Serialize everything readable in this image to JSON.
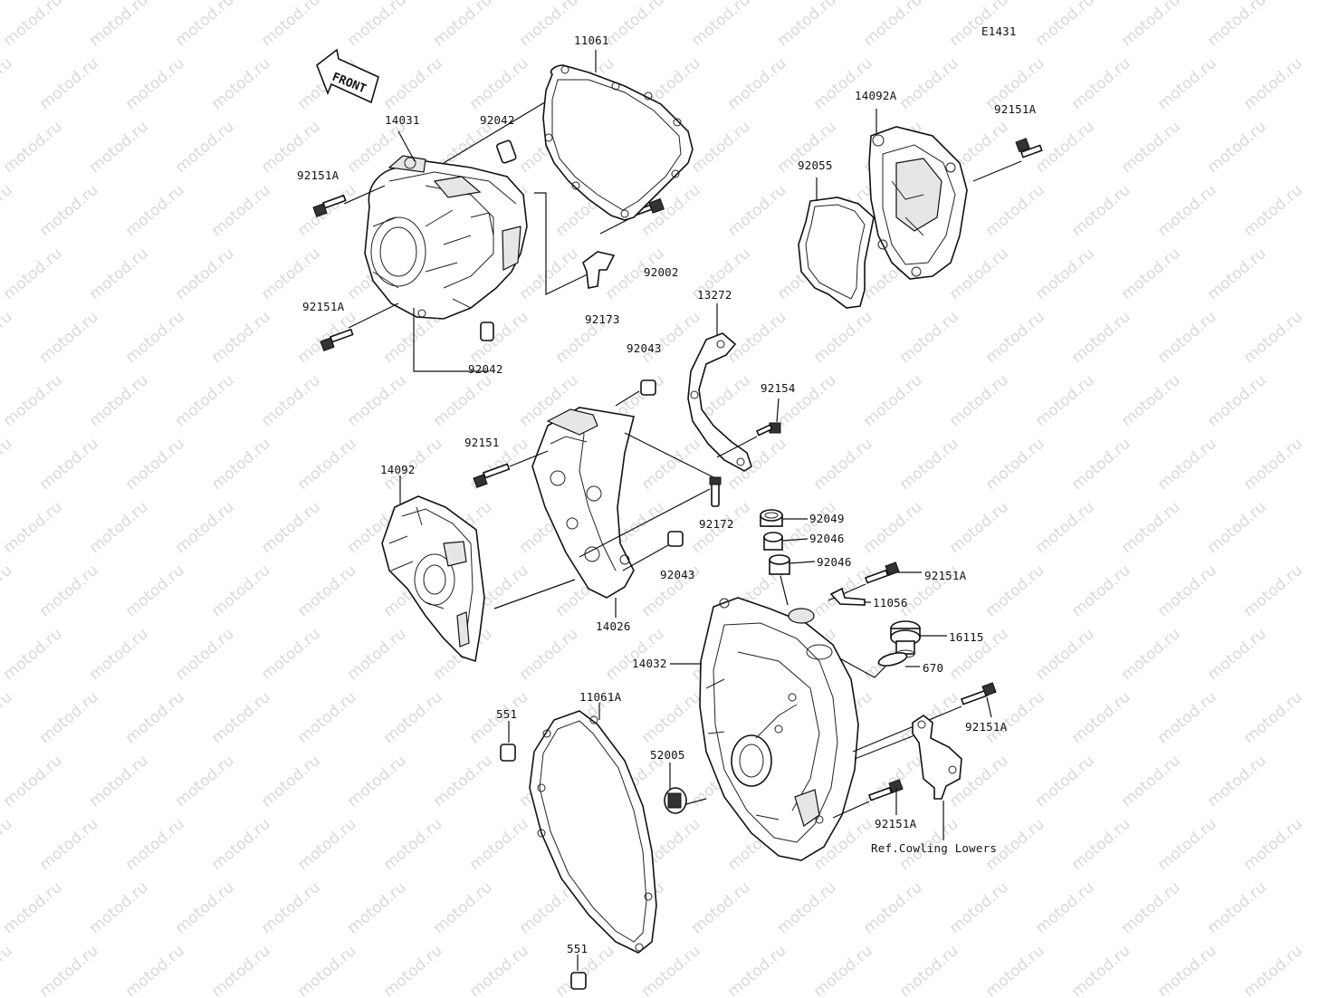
{
  "diagram_code": "E1431",
  "front_label": "FRONT",
  "reference_note": "Ref.Cowling Lowers",
  "watermark_text": "motod.ru",
  "callouts": {
    "p11061": "11061",
    "p14031": "14031",
    "p92042_top": "92042",
    "p92151A_left_top": "92151A",
    "p92002": "92002",
    "p92173": "92173",
    "p92151A_left_bottom": "92151A",
    "p92042_bottom": "92042",
    "p14092A": "14092A",
    "p92151A_right_top": "92151A",
    "p92055": "92055",
    "p13272": "13272",
    "p92043_top": "92043",
    "p92154": "92154",
    "p92151": "92151",
    "p14092": "14092",
    "p92172": "92172",
    "p92049": "92049",
    "p92046_a": "92046",
    "p92046_b": "92046",
    "p92043_bottom": "92043",
    "p92151A_mid": "92151A",
    "p11056": "11056",
    "p14026": "14026",
    "p16115": "16115",
    "p14032": "14032",
    "p670": "670",
    "p11061A": "11061A",
    "p551_top": "551",
    "p92151A_right_mid": "92151A",
    "p52005": "52005",
    "p92151A_right_bottom": "92151A",
    "p551_bottom": "551"
  }
}
